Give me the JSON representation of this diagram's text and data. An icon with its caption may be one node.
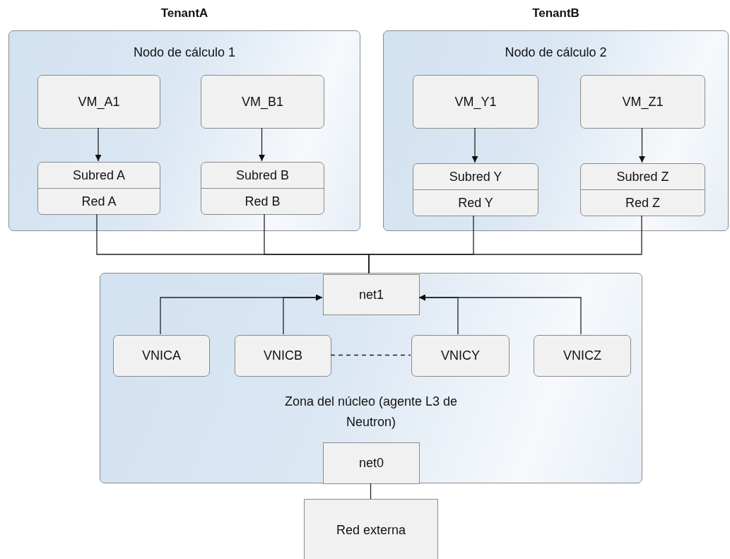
{
  "diagram": {
    "nodes": [
      {
        "text": [
          "TenantA",
          "Nodo de cálculo 1"
        ]
      },
      {
        "text": [
          "VM_A1"
        ],
        "in": 0
      },
      {
        "text": [
          "Subred A",
          "Red A"
        ],
        "in": 0
      },
      {
        "text": [
          "VM_B1"
        ],
        "in": 0
      },
      {
        "text": [
          "Subred B",
          "Red B"
        ],
        "in": 0
      },
      {
        "text": [
          "TenantB",
          "Nodo de cálculo 2"
        ]
      },
      {
        "text": [
          "VM_Y1"
        ],
        "in": 5
      },
      {
        "text": [
          "Subred Y",
          "Red Y"
        ],
        "in": 5
      },
      {
        "text": [
          "VM_Z1"
        ],
        "in": 5
      },
      {
        "text": [
          "Subred Z",
          "Red Z"
        ],
        "in": 5
      },
      {
        "text": [
          "Zona del núcleo (agente L3 de Neutron)"
        ]
      },
      {
        "text": [
          "net1"
        ],
        "in": 10
      },
      {
        "text": [
          "VNICA"
        ],
        "in": 10
      },
      {
        "text": [
          "VNICB"
        ],
        "in": 10
      },
      {
        "text": [
          "VNICY"
        ],
        "in": 10
      },
      {
        "text": [
          "VNICZ"
        ],
        "in": 10
      },
      {
        "text": [
          "net0"
        ],
        "in": 10
      },
      {
        "text": [
          "Red externa"
        ]
      }
    ],
    "edges": [
      {
        "from": 1,
        "to": 2,
        "arrow": "to"
      },
      {
        "from": 3,
        "to": 4,
        "arrow": "to"
      },
      {
        "from": 6,
        "to": 7,
        "arrow": "to"
      },
      {
        "from": 8,
        "to": 9,
        "arrow": "to"
      },
      {
        "from": 2,
        "to": 11,
        "arrow": "none"
      },
      {
        "from": 4,
        "to": 11,
        "arrow": "none"
      },
      {
        "from": 7,
        "to": 11,
        "arrow": "none"
      },
      {
        "from": 9,
        "to": 11,
        "arrow": "none"
      },
      {
        "from": 12,
        "to": 11,
        "arrow": "to"
      },
      {
        "from": 13,
        "to": 11,
        "arrow": "to"
      },
      {
        "from": 14,
        "to": 11,
        "arrow": "to"
      },
      {
        "from": 15,
        "to": 11,
        "arrow": "to"
      },
      {
        "from": 13,
        "to": 14,
        "arrow": "none",
        "style": "dashed"
      },
      {
        "from": 16,
        "to": 17,
        "arrow": "none"
      }
    ]
  }
}
